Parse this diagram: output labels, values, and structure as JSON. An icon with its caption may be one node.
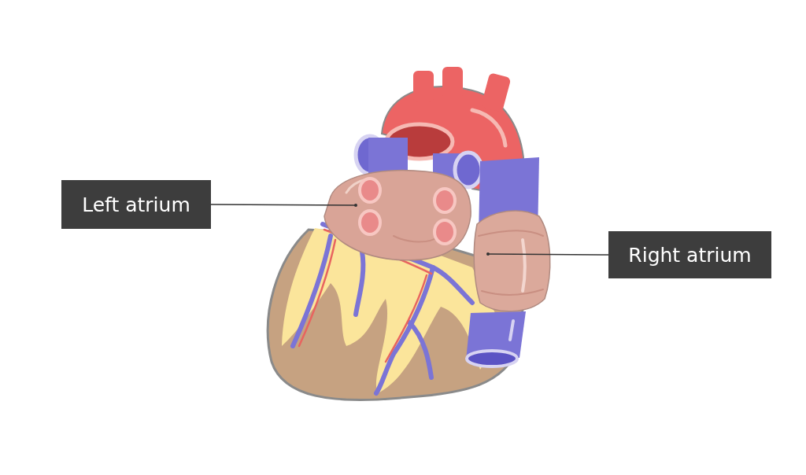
{
  "diagram": {
    "nodes": [
      {
        "text": [
          "Left atrium"
        ]
      },
      {
        "text": [
          "Right atrium"
        ]
      },
      {
        "text": [],
        "shape": "picture"
      },
      {
        "text": [],
        "shape": "picture"
      }
    ],
    "edges": [
      {
        "from": 0,
        "to": 2,
        "arrow": "other"
      },
      {
        "from": 1,
        "to": 3,
        "arrow": "other"
      }
    ]
  }
}
